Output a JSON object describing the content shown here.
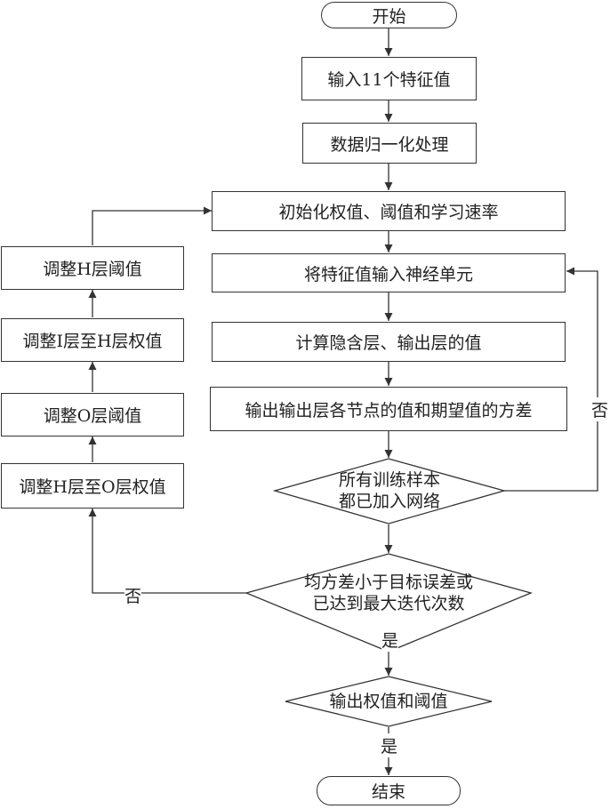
{
  "flowchart": {
    "start": "开始",
    "input_features": "输入11个特征值",
    "normalize": "数据归一化处理",
    "init": "初始化权值、阈值和学习速率",
    "feed_neurons": "将特征值输入神经单元",
    "compute": "计算隐含层、输出层的值",
    "variance": "输出输出层各节点的值和期望值的方差",
    "decision_samples": [
      "所有训练样本",
      "都已加入网络"
    ],
    "decision_error": [
      "均方差小于目标误差或",
      "已达到最大迭代次数"
    ],
    "output_weights": "输出权值和阈值",
    "end": "结束",
    "adjust_h_threshold": "调整H层阈值",
    "adjust_i_to_h": "调整I层至H层权值",
    "adjust_o_threshold": "调整O层阈值",
    "adjust_h_to_o": "调整H层至O层权值",
    "label_no_right": "否",
    "label_no_left": "否",
    "label_yes_1": "是",
    "label_yes_2": "是"
  }
}
